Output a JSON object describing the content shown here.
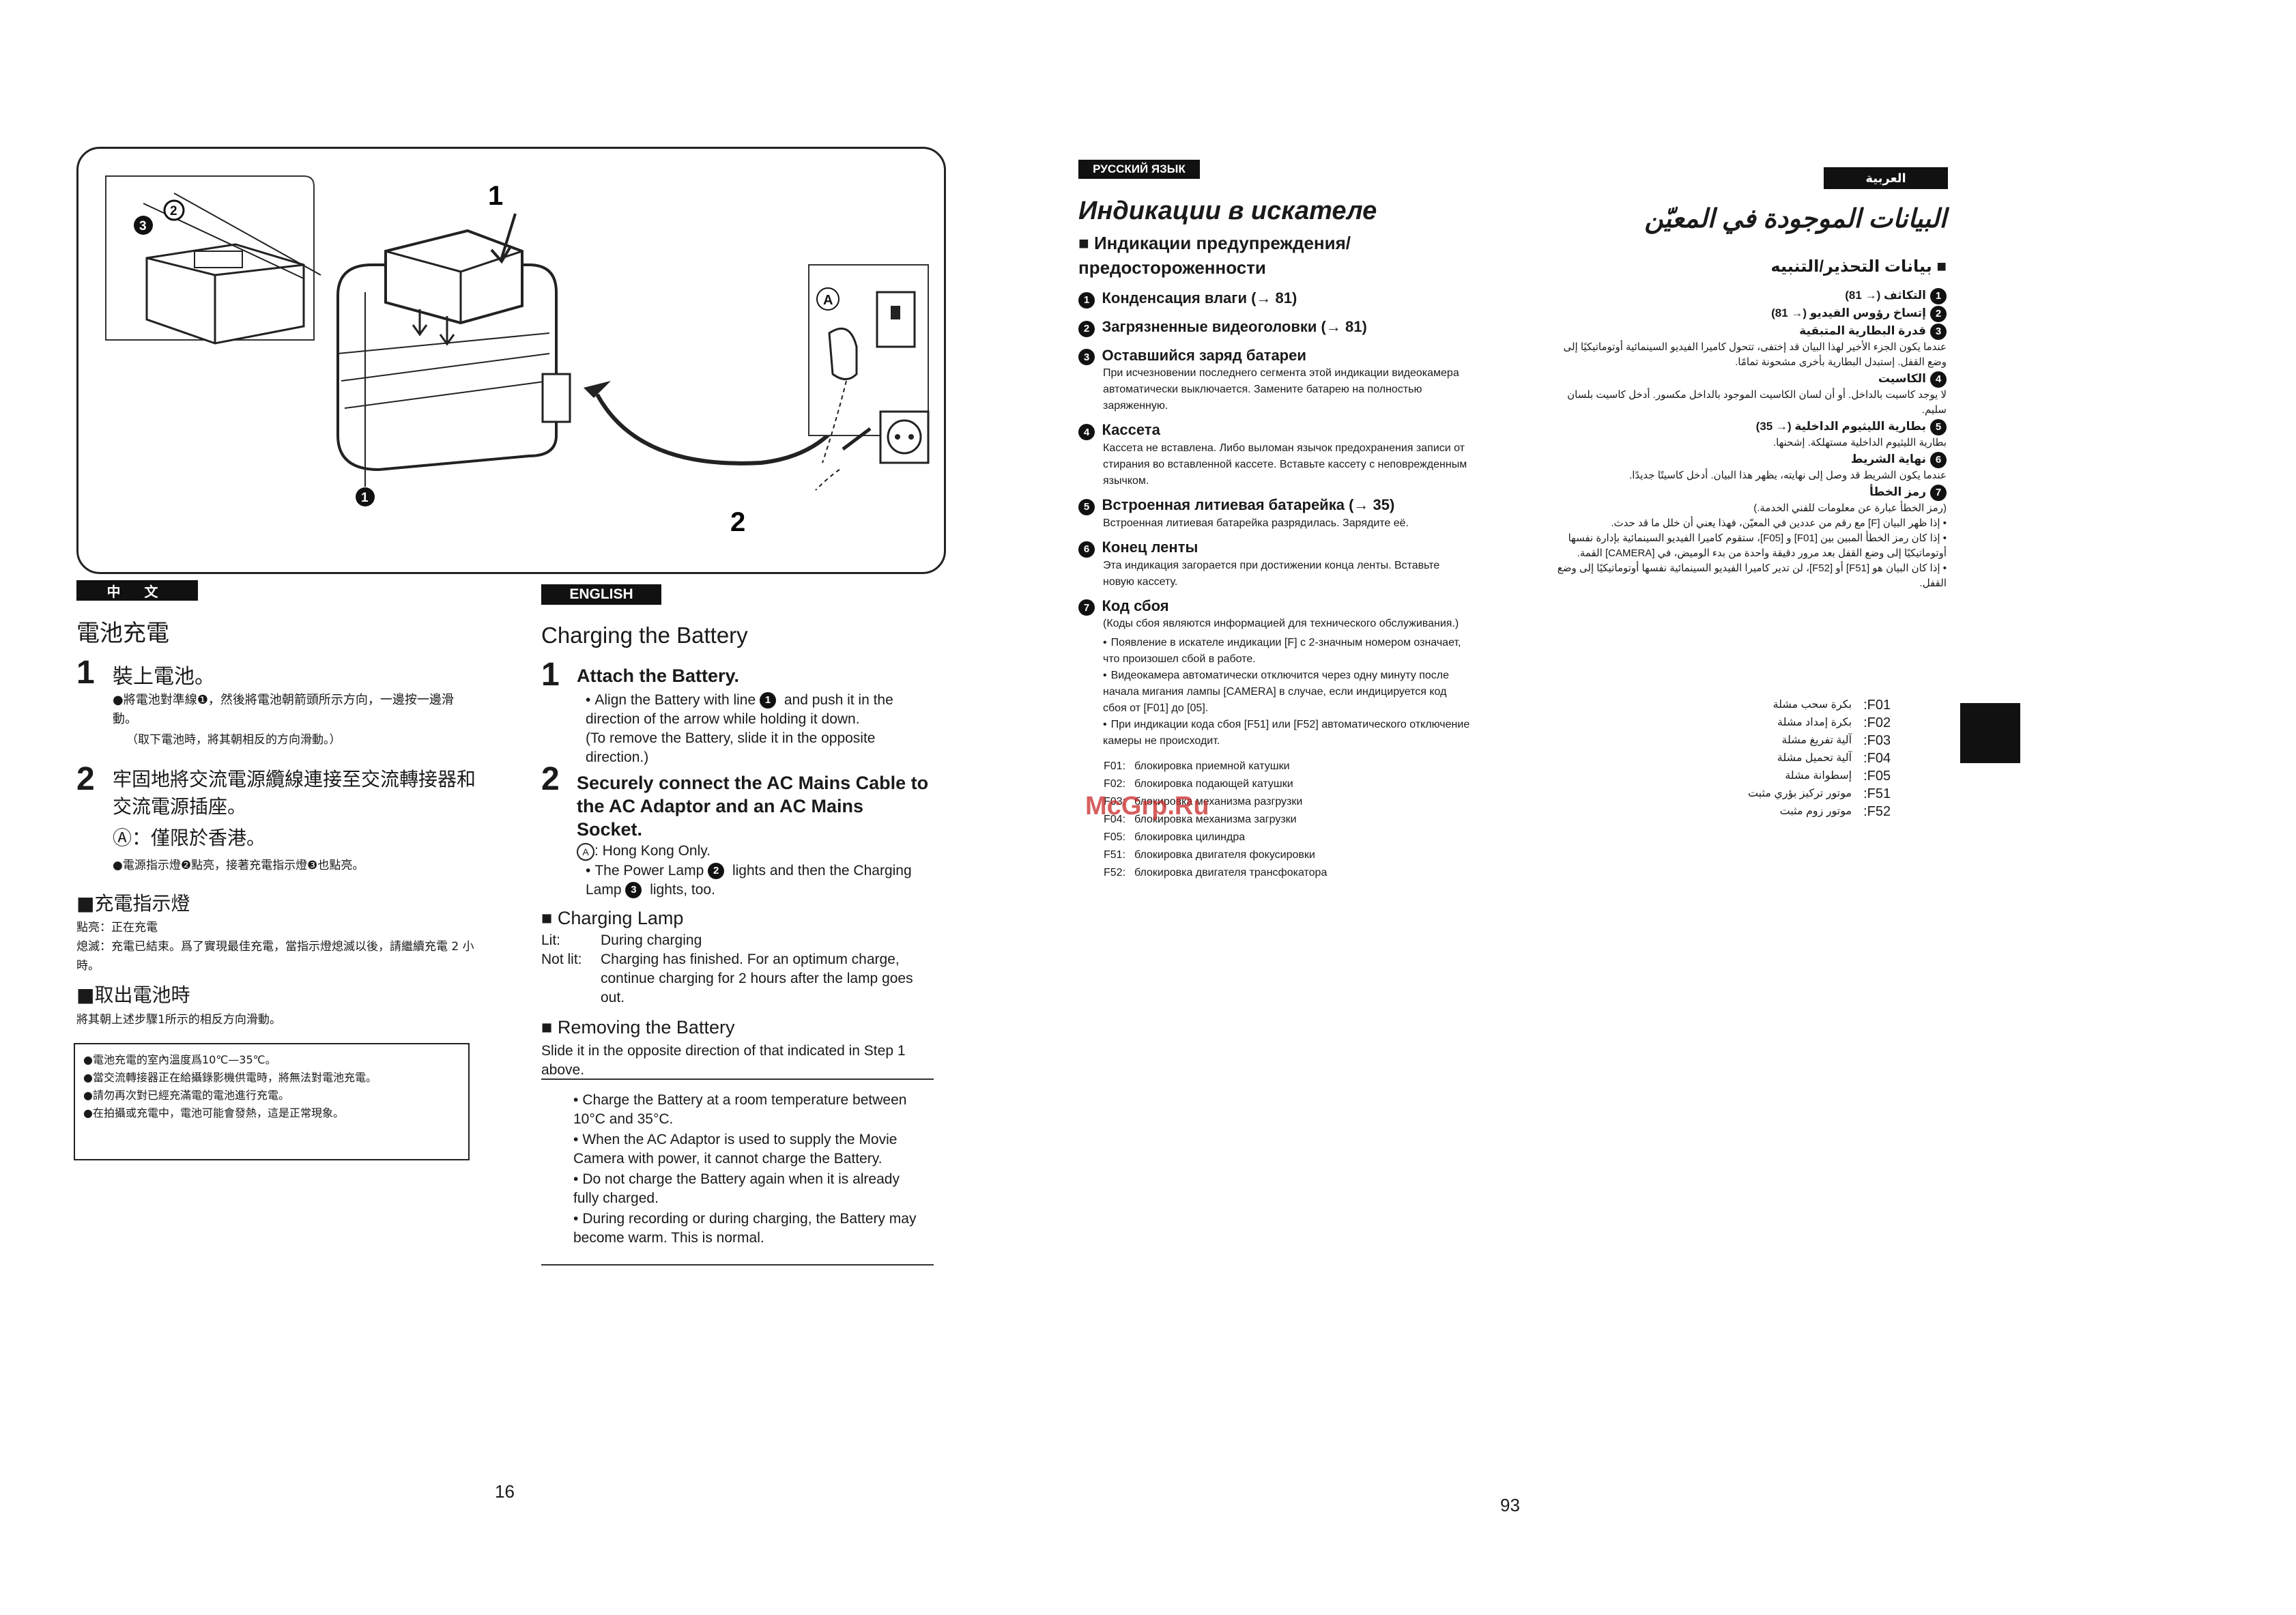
{
  "left_page": {
    "figure_labels": {
      "num1": "1",
      "num2": "2",
      "circle1": "1",
      "circle2": "2",
      "circle3": "3",
      "A": "A"
    },
    "chinese": {
      "lang_tag": "中 文",
      "title": "電池充電",
      "step1_num": "1",
      "step1_title": "裝上電池。",
      "step1_body": "●將電池對準線❶，然後將電池朝箭頭所示方向，一邊按一邊滑動。",
      "step1_note": "（取下電池時，將其朝相反的方向滑動。）",
      "step2_num": "2",
      "step2_title": "牢固地將交流電源纜線連接至交流轉接器和交流電源插座。",
      "step2_note": "Ⓐ：僅限於香港。",
      "step2_bullet": "●電源指示燈❷點亮，接著充電指示燈❸也點亮。",
      "lamp_title": "充電指示燈",
      "lamp_lit": "點亮：正在充電",
      "lamp_off": "熄滅：充電已結束。爲了實現最佳充電，當指示燈熄滅以後，請繼續充電 2 小時。",
      "remove_title": "取出電池時",
      "remove_body": "將其朝上述步驟1所示的相反方向滑動。",
      "notes": [
        "●電池充電的室內溫度爲10℃—35℃。",
        "●當交流轉接器正在給攝錄影機供電時，將無法對電池充電。",
        "●請勿再次對已經充滿電的電池進行充電。",
        "●在拍攝或充電中，電池可能會發熱，這是正常現象。"
      ]
    },
    "english": {
      "lang_tag": "ENGLISH",
      "title": "Charging the Battery",
      "step1_num": "1",
      "step1_title": "Attach the Battery.",
      "step1_b1a": "Align the Battery with line",
      "step1_b1b": "and push it in the direction of the arrow while holding it down.",
      "step1_note": "(To remove the Battery, slide it in the opposite direction.)",
      "step2_num": "2",
      "step2_title": "Securely connect the AC Mains Cable to the AC Adaptor and an AC Mains Socket.",
      "step2_a": "Hong Kong Only.",
      "step2_b1a": "The Power Lamp",
      "step2_b1b": "lights and then the Charging Lamp",
      "step2_b1c": "lights, too.",
      "lamp_title": "Charging Lamp",
      "lamp_lit_k": "Lit:",
      "lamp_lit_v": "During charging",
      "lamp_off_k": "Not lit:",
      "lamp_off_v": "Charging has finished. For an optimum charge, continue charging for 2 hours after the lamp goes out.",
      "remove_title": "Removing the Battery",
      "remove_body": "Slide it in the opposite direction of that indicated in Step 1 above.",
      "notes": [
        "Charge the Battery at a room temperature between 10°C and 35°C.",
        "When the AC Adaptor is used to supply the Movie Camera with power, it cannot charge the Battery.",
        "Do not charge the Battery again when it is already fully charged.",
        "During recording or during charging, the Battery may become warm. This is normal."
      ]
    },
    "page_number": "16"
  },
  "right_page": {
    "russian": {
      "lang_tag": "РУССКИЙ ЯЗЫК",
      "title": "Индикации в искателе",
      "subtitle": "Индикации предупреждения/ предостороженности",
      "items": [
        {
          "n": "1",
          "title": "Конденсация влаги (→ 81)",
          "body": ""
        },
        {
          "n": "2",
          "title": "Загрязненные видеоголовки (→ 81)",
          "body": ""
        },
        {
          "n": "3",
          "title": "Оставшийся заряд батареи",
          "body": "При исчезновении последнего сегмента этой индикации видеокамера автоматически выключается. Замените батарею на полностью заряженную."
        },
        {
          "n": "4",
          "title": "Кассета",
          "body": "Кассета не вставлена. Либо выломан язычок предохранения записи от стирания во вставленной кассете. Вставьте кассету с неповрежденным язычком."
        },
        {
          "n": "5",
          "title": "Встроенная литиевая батарейка (→ 35)",
          "body": "Встроенная литиевая батарейка разрядилась. Зарядите её."
        },
        {
          "n": "6",
          "title": "Конец ленты",
          "body": "Эта индикация загорается при достижении конца ленты. Вставьте новую кассету."
        },
        {
          "n": "7",
          "title": "Код сбоя",
          "body": "(Коды сбоя являются информацией для технического обслуживания.)"
        }
      ],
      "code_bullets": [
        "Появление в искателе индикации [F] с 2-значным номером означает, что произошел сбой в работе.",
        "Видеокамера автоматически отключится через одну минуту после начала мигания лампы [CAMERA] в случае, если индицируется код сбоя от [F01] до [05].",
        "При индикации кода сбоя [F51] или [F52] автоматического отключение камеры не происходит."
      ],
      "codes": [
        {
          "k": "F01:",
          "v": "блокировка приемной катушки"
        },
        {
          "k": "F02:",
          "v": "блокировка подающей катушки"
        },
        {
          "k": "F03:",
          "v": "блокировка механизма разгрузки"
        },
        {
          "k": "F04:",
          "v": "блокировка механизма загрузки"
        },
        {
          "k": "F05:",
          "v": "блокировка цилиндра"
        },
        {
          "k": "F51:",
          "v": "блокировка двигателя фокусировки"
        },
        {
          "k": "F52:",
          "v": "блокировка двигателя трансфокатора"
        }
      ]
    },
    "arabic": {
      "lang_tag": "العربية",
      "title": "البيانات الموجودة في المعيّن",
      "subtitle": "بيانات التحذير/التنبيه",
      "items": [
        {
          "n": "1",
          "text": "التكاثف (→ 81)"
        },
        {
          "n": "2",
          "text": "إتساخ رؤوس الفيديو (→ 81)"
        },
        {
          "n": "3",
          "text": "قدرة البطارية المتبقية"
        },
        {
          "n": "",
          "text": "عندما يكون الجزء الأخير لهذا البيان قد إختفى، تتحول كاميرا الفيديو السينمائية أوتوماتيكيًا إلى وضع القفل. إستبدل البطارية بأخرى مشحونة تمامًا."
        },
        {
          "n": "4",
          "text": "الكاسيت"
        },
        {
          "n": "",
          "text": "لا يوجد كاسيت بالداخل. أو أن لسان الكاسيت الموجود بالداخل مكسور. أدخل كاسيت بلسان سليم."
        },
        {
          "n": "5",
          "text": "بطارية الليثيوم الداخلية (→ 35)"
        },
        {
          "n": "",
          "text": "بطارية الليثيوم الداخلية مستهلكة. إشحنها."
        },
        {
          "n": "6",
          "text": "نهاية الشريط"
        },
        {
          "n": "",
          "text": "عندما يكون الشريط قد وصل إلى نهايته، يظهر هذا البيان. أدخل كاسيتًا جديدًا."
        },
        {
          "n": "7",
          "text": "رمز الخطأ"
        },
        {
          "n": "",
          "text": "(رمز الخطأ عبارة عن معلومات للفني الخدمة.)"
        },
        {
          "n": "",
          "text": "• إذا ظهر البيان [F] مع رقم من عددين في المعيّن، فهذا يعني أن خلل ما قد حدث."
        },
        {
          "n": "",
          "text": "• إذا كان رمز الخطأ المبين بين [F01] و [F05]، ستقوم كاميرا الفيديو السينمائية بإدارة نفسها أوتوماتيكيًا إلى وضع القفل بعد مرور دقيقة واحدة من بدء الوميض، في [CAMERA] القمة."
        },
        {
          "n": "",
          "text": "• إذا كان البيان هو [F51] أو [F52]، لن تدير كاميرا الفيديو السينمائية نفسها أوتوماتيكيًا إلى وضع القفل."
        }
      ],
      "codes": [
        {
          "k": ":F01",
          "v": "بكرة سحب مشلة"
        },
        {
          "k": ":F02",
          "v": "بكرة إمداد مشلة"
        },
        {
          "k": ":F03",
          "v": "آلية تفريغ مشلة"
        },
        {
          "k": ":F04",
          "v": "آلية تحميل مشلة"
        },
        {
          "k": ":F05",
          "v": "إسطوانة مشلة"
        },
        {
          "k": ":F51",
          "v": "موتور تركيز بؤري مثبت"
        },
        {
          "k": ":F52",
          "v": "موتور زوم مثبت"
        }
      ]
    },
    "watermark": "McGrp.Ru",
    "page_number": "93"
  }
}
